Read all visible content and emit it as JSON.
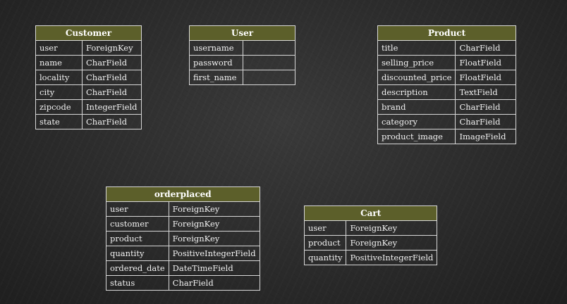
{
  "entities": {
    "customer": {
      "title": "Customer",
      "fields": [
        {
          "name": "user",
          "type": "ForeignKey"
        },
        {
          "name": "name",
          "type": "CharField"
        },
        {
          "name": "locality",
          "type": "CharField"
        },
        {
          "name": "city",
          "type": "CharField"
        },
        {
          "name": "zipcode",
          "type": "IntegerField"
        },
        {
          "name": "state",
          "type": "CharField"
        }
      ]
    },
    "user": {
      "title": "User",
      "fields": [
        {
          "name": "username",
          "type": ""
        },
        {
          "name": "password",
          "type": ""
        },
        {
          "name": "first_name",
          "type": ""
        }
      ]
    },
    "product": {
      "title": "Product",
      "fields": [
        {
          "name": "title",
          "type": "CharField"
        },
        {
          "name": "selling_price",
          "type": "FloatField"
        },
        {
          "name": "discounted_price",
          "type": "FloatField"
        },
        {
          "name": "description",
          "type": "TextField"
        },
        {
          "name": "brand",
          "type": "CharField"
        },
        {
          "name": "category",
          "type": "CharField"
        },
        {
          "name": "product_image",
          "type": "ImageField"
        }
      ]
    },
    "orderplaced": {
      "title": "orderplaced",
      "fields": [
        {
          "name": "user",
          "type": "ForeignKey"
        },
        {
          "name": "customer",
          "type": "ForeignKey"
        },
        {
          "name": "product",
          "type": "ForeignKey"
        },
        {
          "name": "quantity",
          "type": "PositiveIntegerField"
        },
        {
          "name": "ordered_date",
          "type": "DateTimeField"
        },
        {
          "name": "status",
          "type": "CharField"
        }
      ]
    },
    "cart": {
      "title": "Cart",
      "fields": [
        {
          "name": "user",
          "type": "ForeignKey"
        },
        {
          "name": "product",
          "type": "ForeignKey"
        },
        {
          "name": "quantity",
          "type": "PositiveIntegerField"
        }
      ]
    }
  },
  "colors": {
    "header_fill": "#5c5f2a",
    "border": "#d8d8d8",
    "text": "#f2f2f2",
    "background": "#2e2e2e"
  }
}
